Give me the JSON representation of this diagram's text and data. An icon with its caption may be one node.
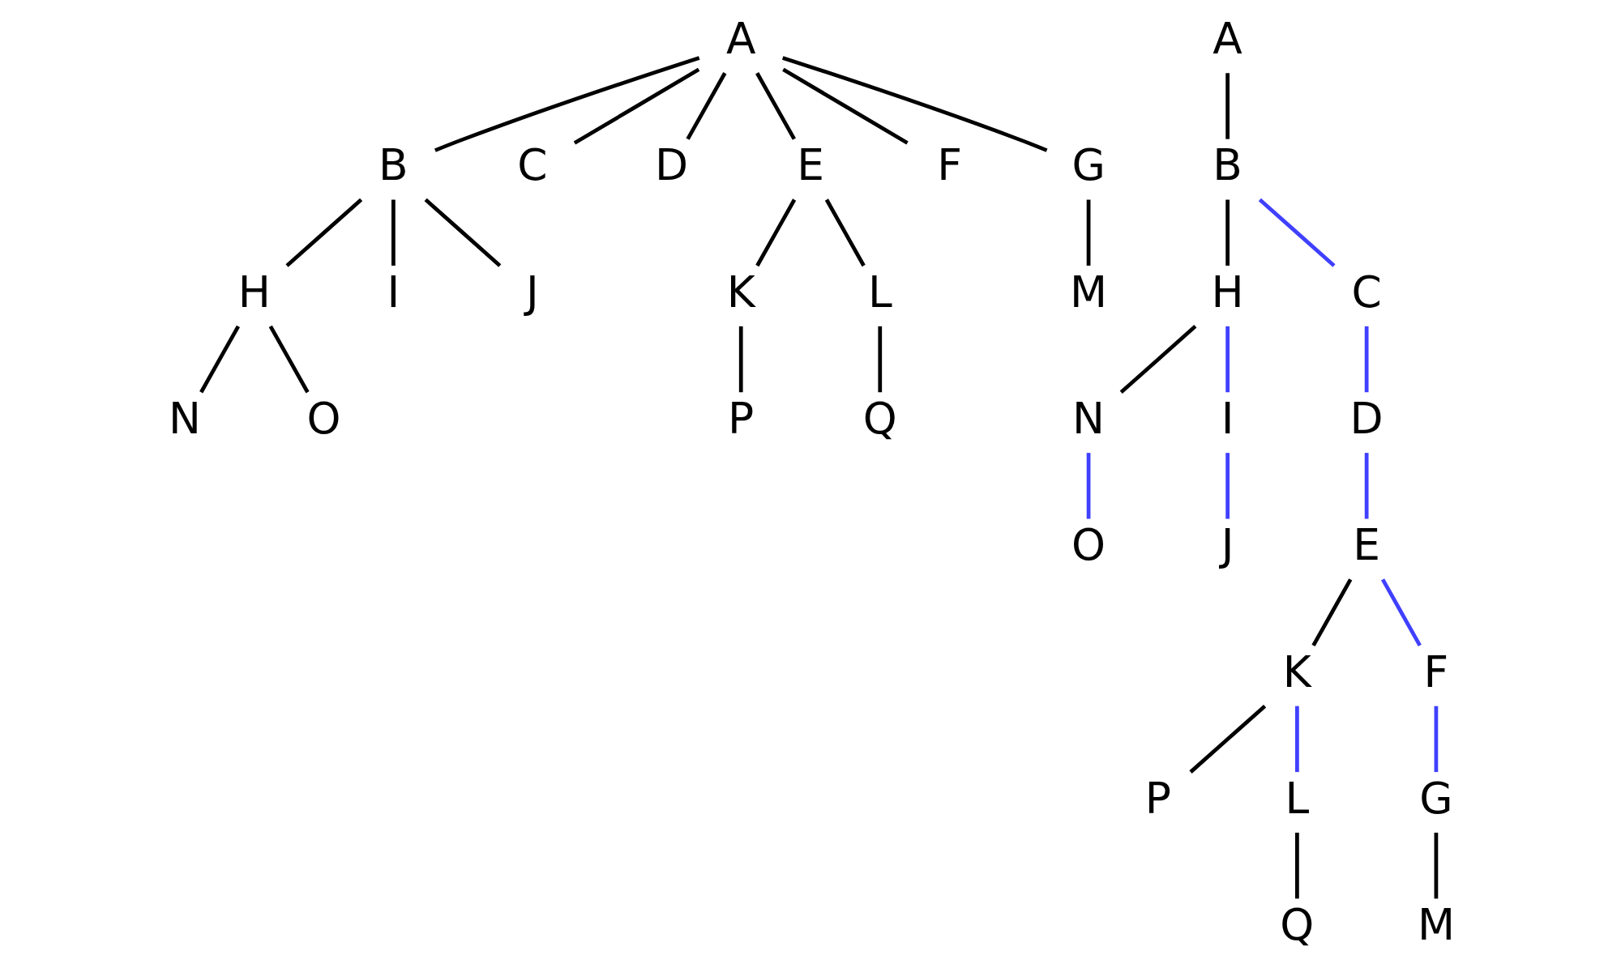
{
  "diagram": {
    "nodes": [
      {
        "text": [
          "A"
        ]
      },
      {
        "text": [
          "B"
        ]
      },
      {
        "text": [
          "C"
        ]
      },
      {
        "text": [
          "D"
        ]
      },
      {
        "text": [
          "E"
        ]
      },
      {
        "text": [
          "F"
        ]
      },
      {
        "text": [
          "G"
        ]
      },
      {
        "text": [
          "H"
        ]
      },
      {
        "text": [
          "I"
        ]
      },
      {
        "text": [
          "J"
        ]
      },
      {
        "text": [
          "K"
        ]
      },
      {
        "text": [
          "L"
        ]
      },
      {
        "text": [
          "M"
        ]
      },
      {
        "text": [
          "N"
        ]
      },
      {
        "text": [
          "O"
        ]
      },
      {
        "text": [
          "P"
        ]
      },
      {
        "text": [
          "Q"
        ]
      },
      {
        "text": [
          "A"
        ]
      },
      {
        "text": [
          "B"
        ]
      },
      {
        "text": [
          "H"
        ]
      },
      {
        "text": [
          "C"
        ]
      },
      {
        "text": [
          "N"
        ]
      },
      {
        "text": [
          "I"
        ]
      },
      {
        "text": [
          "D"
        ]
      },
      {
        "text": [
          "O"
        ]
      },
      {
        "text": [
          "J"
        ]
      },
      {
        "text": [
          "E"
        ]
      },
      {
        "text": [
          "K"
        ]
      },
      {
        "text": [
          "F"
        ]
      },
      {
        "text": [
          "P"
        ]
      },
      {
        "text": [
          "L"
        ]
      },
      {
        "text": [
          "G"
        ]
      },
      {
        "text": [
          "Q"
        ]
      },
      {
        "text": [
          "M"
        ]
      }
    ],
    "edges": [
      {
        "from": 0,
        "to": 1,
        "arrow": "none"
      },
      {
        "from": 0,
        "to": 2,
        "arrow": "none"
      },
      {
        "from": 0,
        "to": 3,
        "arrow": "none"
      },
      {
        "from": 0,
        "to": 4,
        "arrow": "none"
      },
      {
        "from": 0,
        "to": 5,
        "arrow": "none"
      },
      {
        "from": 0,
        "to": 6,
        "arrow": "none"
      },
      {
        "from": 1,
        "to": 7,
        "arrow": "none"
      },
      {
        "from": 1,
        "to": 8,
        "arrow": "none"
      },
      {
        "from": 1,
        "to": 9,
        "arrow": "none"
      },
      {
        "from": 4,
        "to": 10,
        "arrow": "none"
      },
      {
        "from": 4,
        "to": 11,
        "arrow": "none"
      },
      {
        "from": 6,
        "to": 12,
        "arrow": "none"
      },
      {
        "from": 7,
        "to": 13,
        "arrow": "none"
      },
      {
        "from": 7,
        "to": 14,
        "arrow": "none"
      },
      {
        "from": 10,
        "to": 15,
        "arrow": "none"
      },
      {
        "from": 11,
        "to": 16,
        "arrow": "none"
      },
      {
        "from": 17,
        "to": 18,
        "arrow": "none"
      },
      {
        "from": 18,
        "to": 19,
        "arrow": "none"
      },
      {
        "from": 18,
        "to": 20,
        "arrow": "none",
        "color": "#4040ff"
      },
      {
        "from": 19,
        "to": 21,
        "arrow": "none"
      },
      {
        "from": 19,
        "to": 22,
        "arrow": "none",
        "color": "#4040ff"
      },
      {
        "from": 20,
        "to": 23,
        "arrow": "none",
        "color": "#4040ff"
      },
      {
        "from": 21,
        "to": 24,
        "arrow": "none",
        "color": "#4040ff"
      },
      {
        "from": 22,
        "to": 25,
        "arrow": "none",
        "color": "#4040ff"
      },
      {
        "from": 23,
        "to": 26,
        "arrow": "none",
        "color": "#4040ff"
      },
      {
        "from": 26,
        "to": 27,
        "arrow": "none"
      },
      {
        "from": 26,
        "to": 28,
        "arrow": "none",
        "color": "#4040ff"
      },
      {
        "from": 27,
        "to": 29,
        "arrow": "none"
      },
      {
        "from": 27,
        "to": 30,
        "arrow": "none",
        "color": "#4040ff"
      },
      {
        "from": 28,
        "to": 31,
        "arrow": "none",
        "color": "#4040ff"
      },
      {
        "from": 30,
        "to": 32,
        "arrow": "none"
      },
      {
        "from": 31,
        "to": 33,
        "arrow": "none"
      }
    ]
  }
}
